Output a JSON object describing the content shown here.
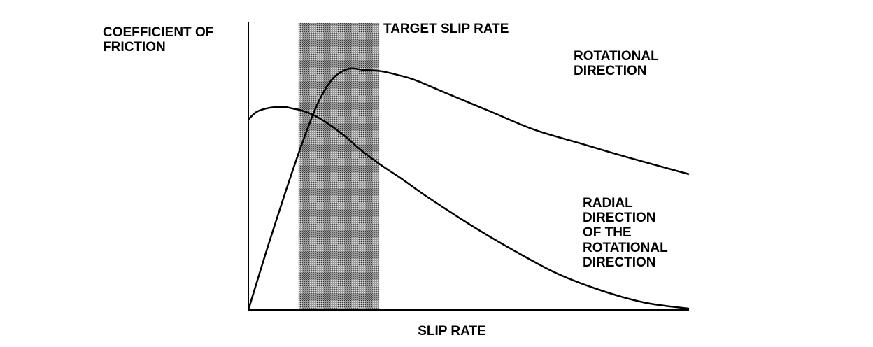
{
  "chart_data": {
    "type": "line",
    "ylabel_lines": [
      "COEFFICIENT OF",
      "FRICTION"
    ],
    "xlabel": "SLIP RATE",
    "band": {
      "label": "TARGET SLIP RATE",
      "x_range": [
        0.114,
        0.297
      ]
    },
    "xlim": [
      0,
      1
    ],
    "ylim": [
      0,
      1
    ],
    "grid": false,
    "series": [
      {
        "name_lines": [
          "ROTATIONAL",
          "DIRECTION"
        ],
        "x": [
          0,
          0.04,
          0.08,
          0.114,
          0.14,
          0.16,
          0.18,
          0.2,
          0.23,
          0.26,
          0.3,
          0.34,
          0.38,
          0.45,
          0.55,
          0.65,
          0.75,
          0.85,
          1.0
        ],
        "y": [
          0,
          0.22,
          0.43,
          0.6,
          0.72,
          0.8,
          0.86,
          0.9,
          0.925,
          0.92,
          0.915,
          0.9,
          0.88,
          0.83,
          0.76,
          0.69,
          0.64,
          0.59,
          0.52
        ]
      },
      {
        "name_lines": [
          "RADIAL",
          "DIRECTION",
          "OF THE",
          "ROTATIONAL",
          "DIRECTION"
        ],
        "x": [
          0,
          0.02,
          0.05,
          0.08,
          0.1,
          0.12,
          0.15,
          0.18,
          0.22,
          0.25,
          0.297,
          0.35,
          0.4,
          0.5,
          0.6,
          0.7,
          0.8,
          0.9,
          1.0
        ],
        "y": [
          0.73,
          0.76,
          0.775,
          0.778,
          0.772,
          0.765,
          0.745,
          0.715,
          0.665,
          0.62,
          0.56,
          0.5,
          0.44,
          0.33,
          0.23,
          0.14,
          0.075,
          0.028,
          0.005
        ]
      }
    ]
  }
}
